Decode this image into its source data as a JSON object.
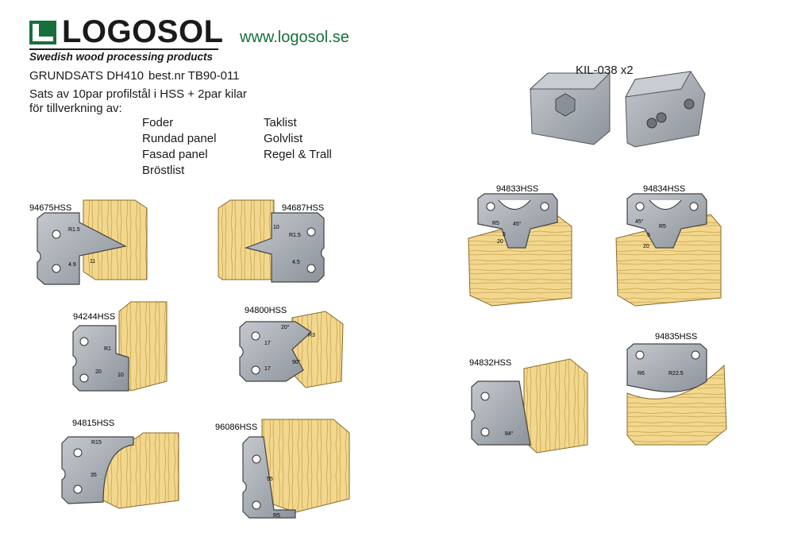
{
  "header": {
    "brand": "LOGOSOL",
    "tagline": "Swedish wood processing products",
    "website": "www.logosol.se",
    "brand_color": "#17703a"
  },
  "set_info": {
    "name": "GRUNDSATS DH410",
    "order_no": "best.nr TB90-011",
    "intro_line1": "Sats av 10par profilstål i HSS + 2par kilar",
    "intro_line2": "för tillverkning av:"
  },
  "products": {
    "col1": [
      "Foder",
      "Rundad panel",
      "Fasad panel",
      "Bröstlist"
    ],
    "col2": [
      "Taklist",
      "Golvlist",
      "Regel & Trall"
    ]
  },
  "kil": {
    "label": "KIL-038  x2"
  },
  "knives": {
    "k94675": {
      "code": "94675HSS",
      "dims": [
        "R1.5",
        "11",
        "4.9"
      ]
    },
    "k94687": {
      "code": "94687HSS",
      "dims": [
        "10",
        "R1.5",
        "4.5"
      ]
    },
    "k94244": {
      "code": "94244HSS",
      "dims": [
        "R1",
        "20",
        "10"
      ]
    },
    "k94800": {
      "code": "94800HSS",
      "dims": [
        "20°",
        "R3",
        "17",
        "17",
        "90°"
      ]
    },
    "k94815": {
      "code": "94815HSS",
      "dims": [
        "R15",
        "35"
      ]
    },
    "k96086": {
      "code": "96086HSS",
      "dims": [
        "55",
        "R5"
      ]
    },
    "k94833": {
      "code": "94833HSS",
      "dims": [
        "R5",
        "45°",
        "5",
        "20"
      ]
    },
    "k94834": {
      "code": "94834HSS",
      "dims": [
        "45°",
        "R5",
        "5",
        "20"
      ]
    },
    "k94832": {
      "code": "94832HSS",
      "dims": [
        "84°"
      ]
    },
    "k94835": {
      "code": "94835HSS",
      "dims": [
        "R6",
        "R22.5"
      ]
    }
  },
  "colors": {
    "steel": "#a7acb4",
    "wood": "#f2d88e",
    "wood_dark": "#d9b45a",
    "grain": "#b8913f"
  }
}
